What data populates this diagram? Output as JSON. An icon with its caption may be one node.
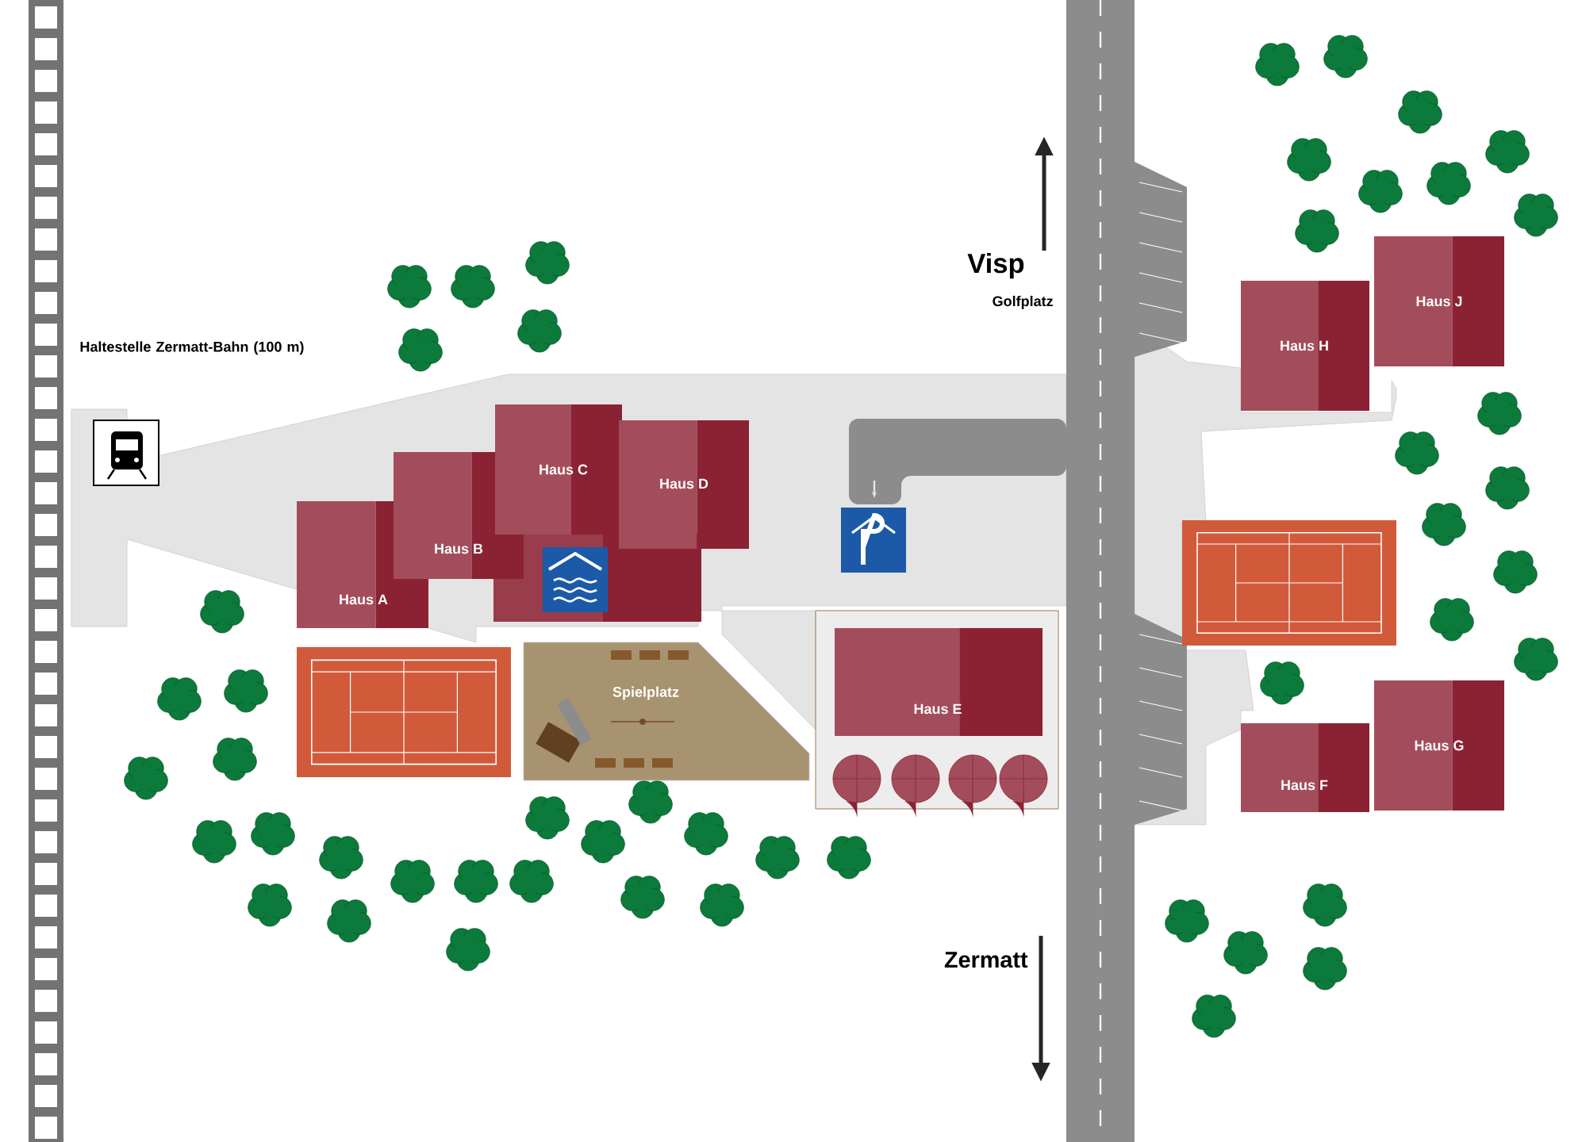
{
  "diagram": {
    "nodes": [
      {
        "text": [
          "Haus A"
        ]
      },
      {
        "text": [
          "Haus B"
        ]
      },
      {
        "text": [
          "Haus C"
        ]
      },
      {
        "text": [
          "Haus D"
        ]
      },
      {
        "text": [
          "Haus E"
        ]
      },
      {
        "text": [
          "Haus F"
        ]
      },
      {
        "text": [
          "Haus G"
        ]
      },
      {
        "text": [
          "Haus H"
        ]
      },
      {
        "text": [
          "Haus J"
        ]
      },
      {
        "text": [
          "Spielplatz"
        ]
      }
    ],
    "labels": [
      "Haltestelle Zermatt-Bahn (100 m)",
      "Visp",
      "Golfplatz",
      "Zermatt"
    ]
  }
}
